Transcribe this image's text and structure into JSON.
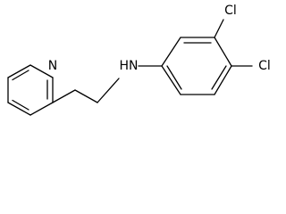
{
  "molecule": {
    "atom_labels": {
      "pyridine_nitrogen": "N",
      "amine": "HN",
      "chlorine_meta": "Cl",
      "chlorine_para": "Cl"
    }
  }
}
